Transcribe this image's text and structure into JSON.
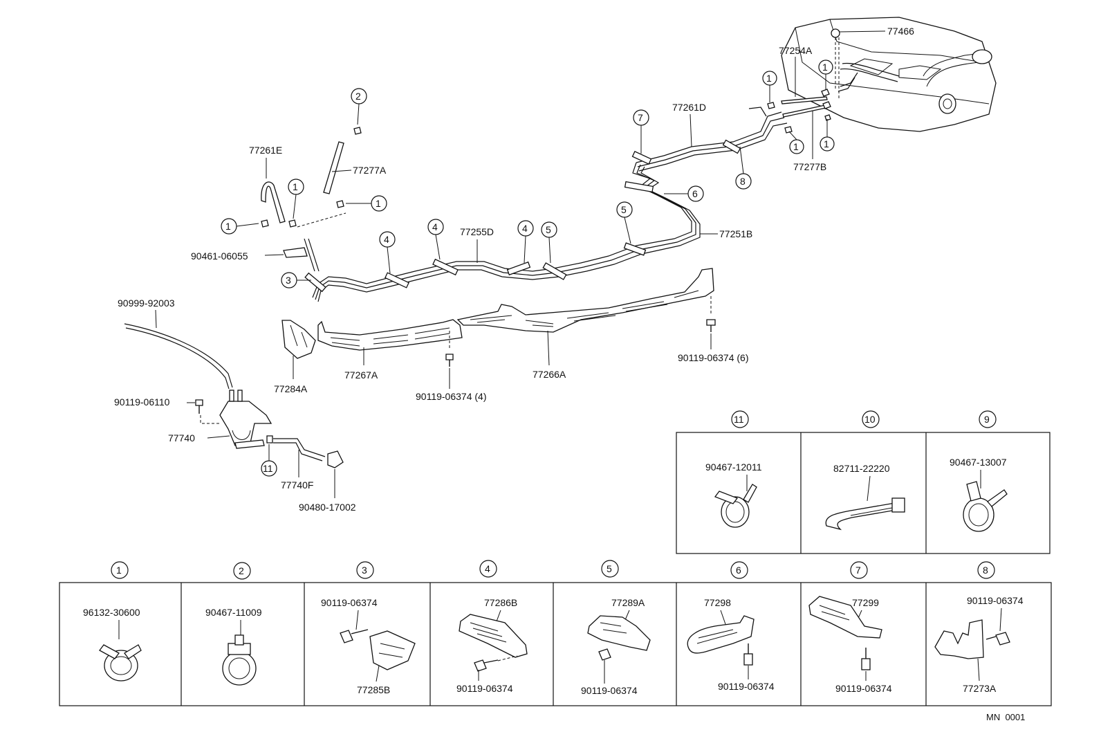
{
  "parts": {
    "p77466": "77466",
    "p77254A": "77254A",
    "p77261D": "77261D",
    "p77277B": "77277B",
    "p77261E": "77261E",
    "p77277A": "77277A",
    "p90461_06055": "90461-06055",
    "p77255D": "77255D",
    "p77251B": "77251B",
    "p90999_92003": "90999-92003",
    "p77284A": "77284A",
    "p77267A": "77267A",
    "p90119_06374_4": "90119-06374 (4)",
    "p77266A": "77266A",
    "p90119_06374_6": "90119-06374 (6)",
    "p90119_06110": "90119-06110",
    "p77740": "77740",
    "p77740F": "77740F",
    "p90480_17002": "90480-17002"
  },
  "callouts": {
    "c1": "1",
    "c2": "2",
    "c3": "3",
    "c4": "4",
    "c5": "5",
    "c6": "6",
    "c7": "7",
    "c8": "8",
    "c9": "9",
    "c10": "10",
    "c11": "11"
  },
  "upper_panel": {
    "cell11": {
      "num": "11",
      "part": "90467-12011"
    },
    "cell10": {
      "num": "10",
      "part": "82711-22220"
    },
    "cell9": {
      "num": "9",
      "part": "90467-13007"
    }
  },
  "lower_panel": {
    "cell1": {
      "num": "1",
      "part": "96132-30600"
    },
    "cell2": {
      "num": "2",
      "part": "90467-11009"
    },
    "cell3": {
      "num": "3",
      "part_a": "90119-06374",
      "part_b": "77285B"
    },
    "cell4": {
      "num": "4",
      "part_a": "77286B",
      "part_b": "90119-06374"
    },
    "cell5": {
      "num": "5",
      "part_a": "77289A",
      "part_b": "90119-06374"
    },
    "cell6": {
      "num": "6",
      "part_a": "77298",
      "part_b": "90119-06374"
    },
    "cell7": {
      "num": "7",
      "part_a": "77299",
      "part_b": "90119-06374"
    },
    "cell8": {
      "num": "8",
      "part_a": "90119-06374",
      "part_b": "77273A"
    }
  },
  "footer_code": "MN  0001"
}
